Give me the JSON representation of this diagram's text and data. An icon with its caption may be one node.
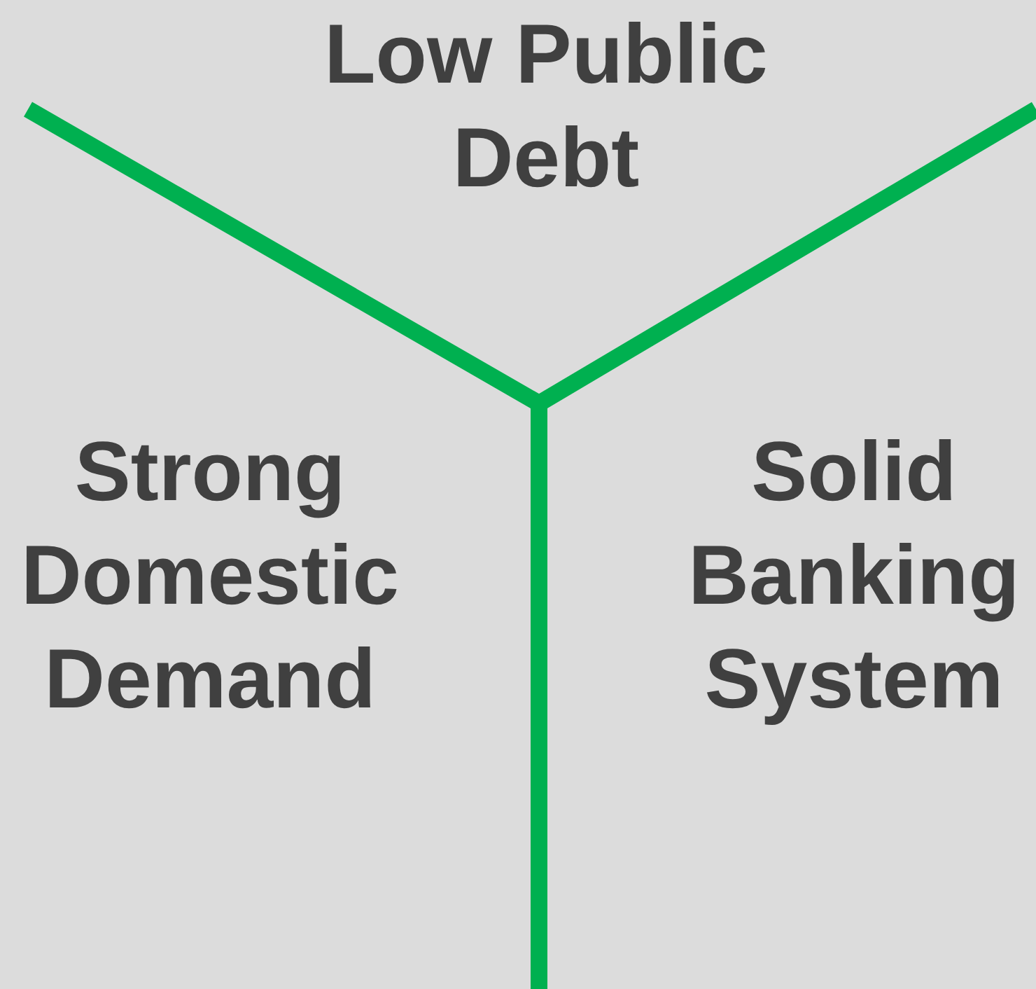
{
  "diagram": {
    "labels": [
      "Low Public Debt",
      "Strong Domestic Demand",
      "Solid Banking System"
    ]
  }
}
